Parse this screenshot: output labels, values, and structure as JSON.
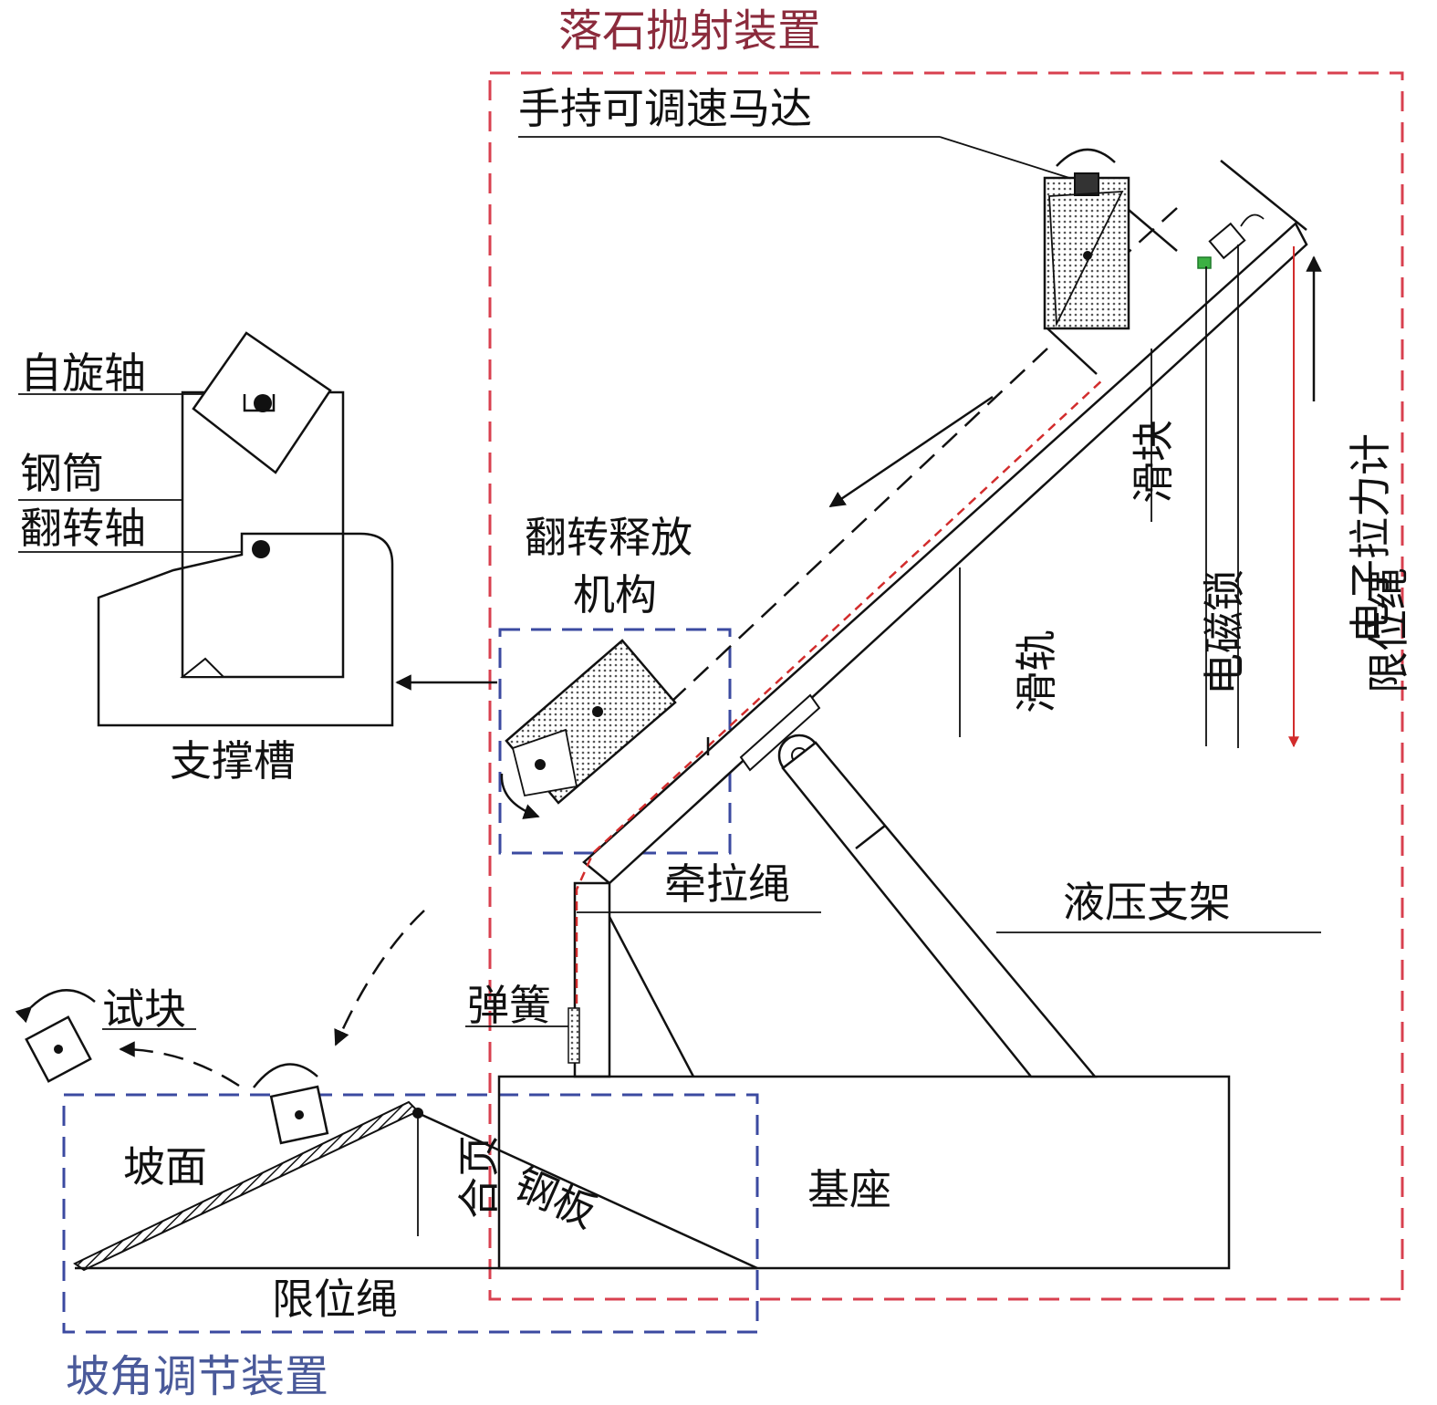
{
  "title": "落石抛射装置",
  "subtitle": "坡角调节装置",
  "colors": {
    "launcher_box": "#d8404f",
    "slope_box": "#3b4aa0",
    "title_red": "#8b2b3c",
    "title_blue": "#4a5a9a",
    "traction_rope": "#d22c2c",
    "electromagnetic_lock": "#3cb043"
  },
  "labels": {
    "motor": "手持可调速马达",
    "spin_axis": "自旋轴",
    "steel_tube": "钢筒",
    "flip_axis": "翻转轴",
    "flip_release_line1": "翻转释放",
    "flip_release_line2": "机构",
    "support_groove": "支撑槽",
    "slider": "滑块",
    "rail": "滑轨",
    "em_lock": "电磁锁",
    "force_gauge": "电子拉力计",
    "limit_rope_right": "限位绳",
    "traction_rope": "牵拉绳",
    "hydraulic_support": "液压支架",
    "spring": "弹簧",
    "test_block": "试块",
    "slope_surface": "坡面",
    "hinge": "合页",
    "steel_plate": "钢板",
    "base": "基座",
    "limit_rope_bottom": "限位绳"
  }
}
